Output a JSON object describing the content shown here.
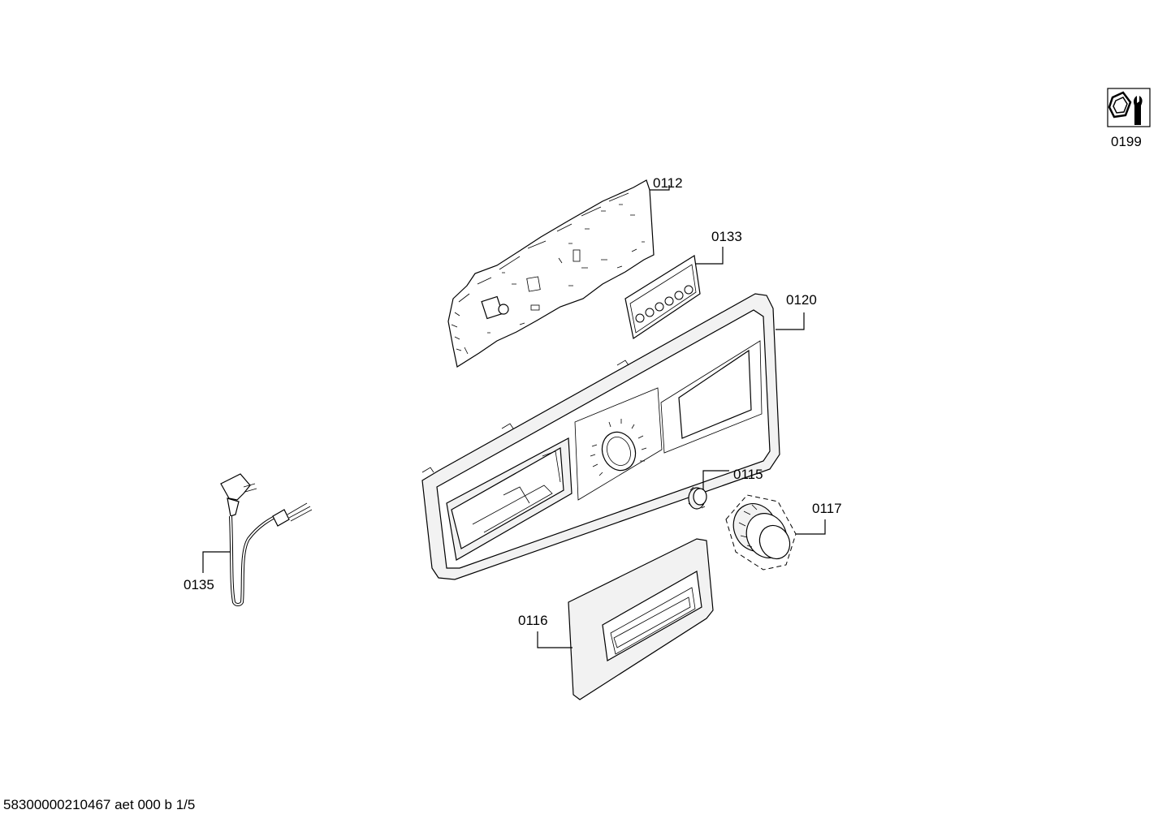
{
  "parts": [
    {
      "id": "0199",
      "label": "0199"
    },
    {
      "id": "0112",
      "label": "0112"
    },
    {
      "id": "0133",
      "label": "0133"
    },
    {
      "id": "0120",
      "label": "0120"
    },
    {
      "id": "0115",
      "label": "0115"
    },
    {
      "id": "0117",
      "label": "0117"
    },
    {
      "id": "0135",
      "label": "0135"
    },
    {
      "id": "0116",
      "label": "0116"
    }
  ],
  "footer": {
    "text": "58300000210467 aet 000 b 1/5"
  },
  "icons": {
    "service": "tools-wrench-icon"
  }
}
